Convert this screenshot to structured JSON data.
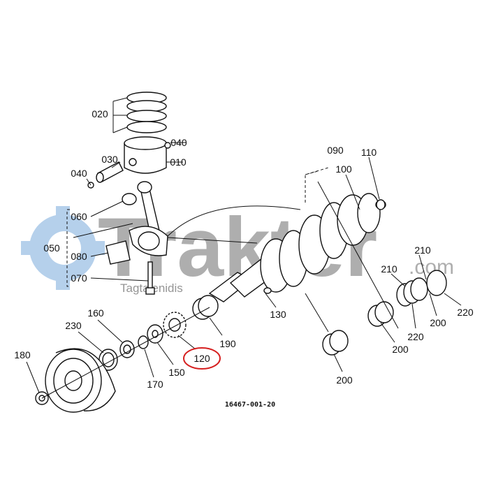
{
  "watermark": {
    "brand": "Trakter",
    "suffix": ".com",
    "owner": "Tagtalenidis"
  },
  "labels": [
    "020",
    "040",
    "030",
    "010",
    "040",
    "060",
    "050",
    "080",
    "070",
    "090",
    "100",
    "110",
    "210",
    "210",
    "130",
    "190",
    "120",
    "160",
    "230",
    "180",
    "150",
    "170",
    "200",
    "200",
    "220",
    "220",
    "200"
  ],
  "drawing_number": "16467-001-20",
  "highlighted_part": "120",
  "colors": {
    "highlight": "#d62020",
    "watermark": "#9a9a9a",
    "gear": "#a9c8e8"
  }
}
